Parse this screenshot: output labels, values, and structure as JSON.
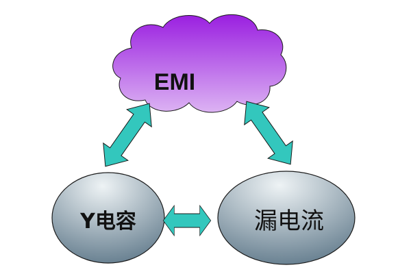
{
  "nodes": {
    "emi": {
      "label": "EMI"
    },
    "y_capacitor": {
      "label": "Y电容"
    },
    "leakage_current": {
      "label": "漏电流"
    }
  },
  "edges": [
    {
      "from": "emi",
      "to": "y_capacitor",
      "direction": "bidirectional"
    },
    {
      "from": "emi",
      "to": "leakage_current",
      "direction": "bidirectional"
    },
    {
      "from": "y_capacitor",
      "to": "leakage_current",
      "direction": "bidirectional"
    }
  ],
  "colors": {
    "cloud_top": "#9a1fe0",
    "cloud_bottom": "#dcb3f3",
    "node_fill_light": "#eef3f5",
    "node_fill_dark": "#5a7486",
    "arrow_fill": "#33c7bd",
    "outline": "#1a1a1a"
  },
  "icons": {
    "cloud_shape": "cloud-icon",
    "arrow_shape": "double-arrow-icon"
  }
}
